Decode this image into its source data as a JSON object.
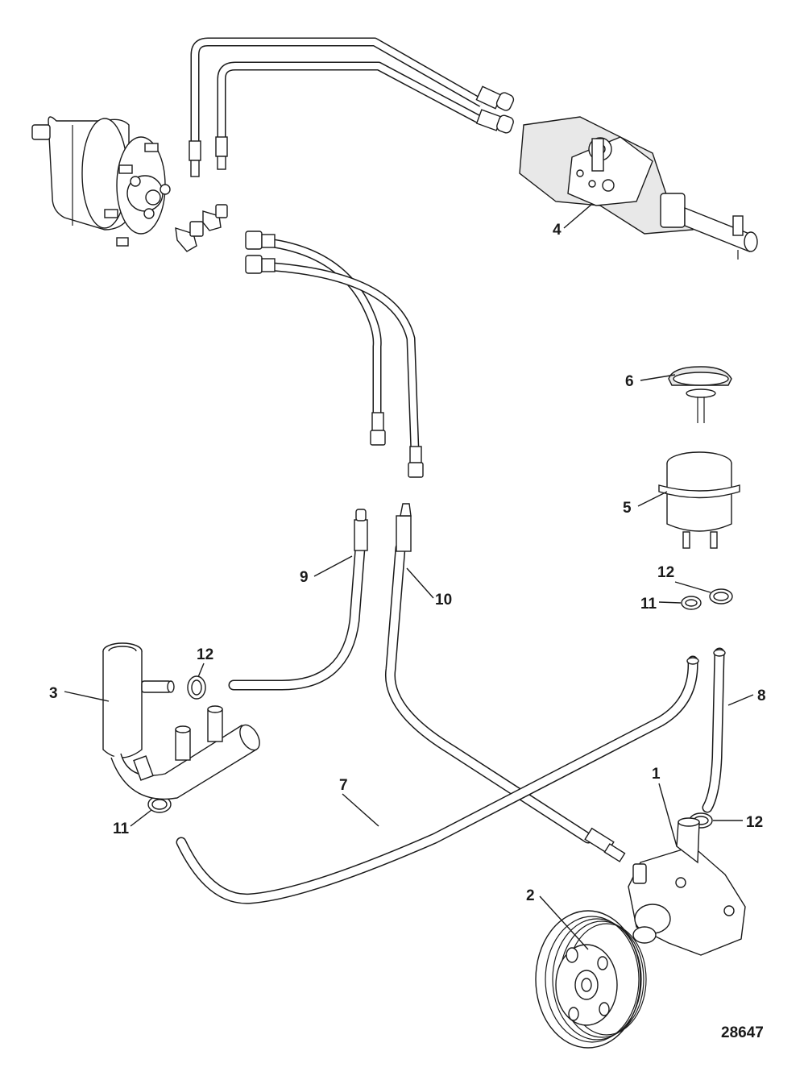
{
  "figure_number": "28647",
  "callouts": [
    {
      "id": "1",
      "text": "1"
    },
    {
      "id": "2",
      "text": "2"
    },
    {
      "id": "3",
      "text": "3"
    },
    {
      "id": "4",
      "text": "4"
    },
    {
      "id": "5",
      "text": "5"
    },
    {
      "id": "6",
      "text": "6"
    },
    {
      "id": "7",
      "text": "7"
    },
    {
      "id": "8",
      "text": "8"
    },
    {
      "id": "9",
      "text": "9"
    },
    {
      "id": "10",
      "text": "10"
    },
    {
      "id": "11a",
      "text": "11"
    },
    {
      "id": "11b",
      "text": "11"
    },
    {
      "id": "12a",
      "text": "12"
    },
    {
      "id": "12b",
      "text": "12"
    },
    {
      "id": "12c",
      "text": "12"
    }
  ]
}
